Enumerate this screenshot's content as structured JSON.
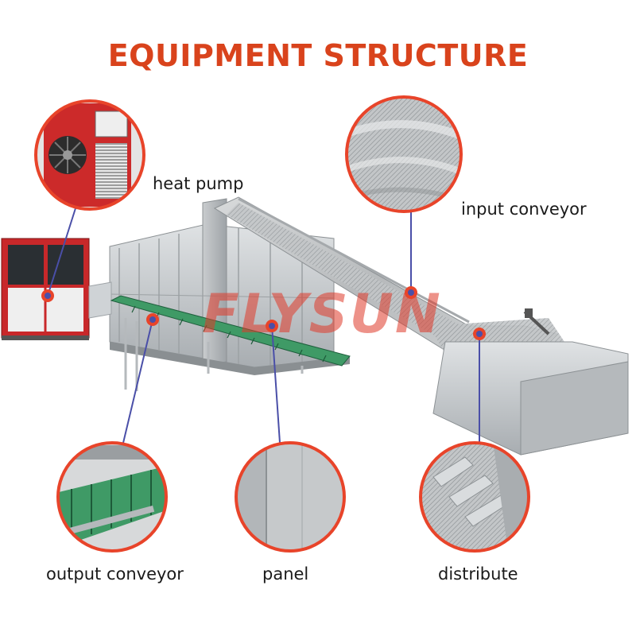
{
  "title": "EQUIPMENT STRUCTURE",
  "watermark": "FLYSUN",
  "components": {
    "heat_pump": "heat pump",
    "input_conveyor": "input conveyor",
    "output_conveyor": "output conveyor",
    "panel": "panel",
    "distribute": "distribute"
  },
  "colors": {
    "title": "#d9431c",
    "callout_ring": "#e8442a",
    "leader_line": "#4a4fa8",
    "steel": "#bfc3c6",
    "heat_pump_red": "#c8282a",
    "belt_green": "#2e8b57",
    "watermark": "#e03a2a"
  }
}
